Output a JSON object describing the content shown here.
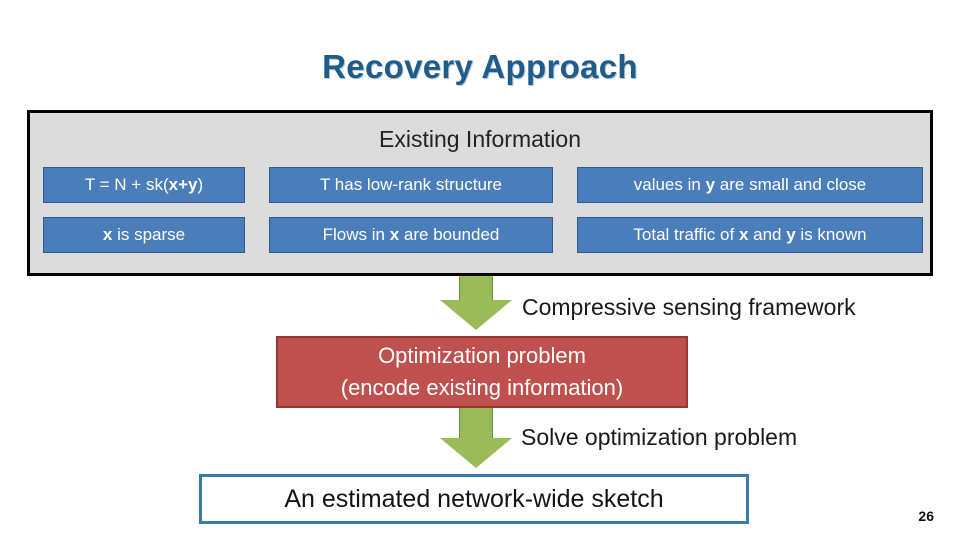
{
  "slide": {
    "title": "Recovery Approach",
    "page_number": "26"
  },
  "info_panel": {
    "heading": "Existing Information",
    "rows": [
      [
        {
          "prefix": "T = N + sk(",
          "bold": "x+y",
          "suffix": ")"
        },
        {
          "prefix": "T has low-rank structure",
          "bold": "",
          "suffix": ""
        },
        {
          "prefix": "values in ",
          "bold": "y",
          "suffix": " are small and close"
        }
      ],
      [
        {
          "prefix": "",
          "bold": "x",
          "suffix": " is sparse"
        },
        {
          "prefix": "Flows in ",
          "bold": "x",
          "suffix": " are bounded"
        },
        {
          "prefix": "Total traffic of ",
          "bold": "x",
          "suffix": " and "
        }
      ]
    ],
    "row2_cell3_extra_bold": "y",
    "row2_cell3_tail": " is known"
  },
  "captions": {
    "compressive": "Compressive sensing framework",
    "solve": "Solve optimization problem"
  },
  "optimization_box": {
    "line1": "Optimization problem",
    "line2": "(encode existing information)"
  },
  "result_box": {
    "text": "An estimated network-wide sketch"
  },
  "colors": {
    "title": "#1F5C8B",
    "panel_bg": "#DCDCDC",
    "chip_blue": "#4A7EBB",
    "arrow_green": "#9BBB59",
    "opt_red": "#C0504D",
    "result_border": "#3A7CA8"
  }
}
